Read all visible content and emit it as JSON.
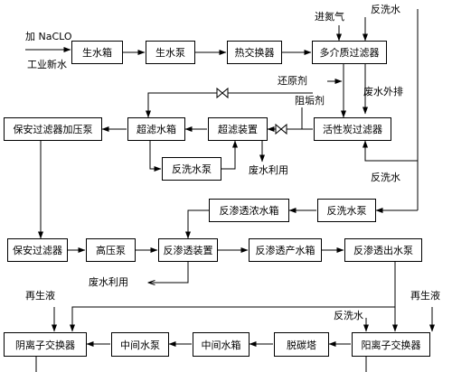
{
  "boxes": {
    "raw_water_tank": "生水箱",
    "raw_water_pump": "生水泵",
    "heat_exchanger": "热交换器",
    "multimedia_filter": "多介质过滤器",
    "ultrafiltration_tank": "超滤水箱",
    "ultrafiltration_unit": "超滤装置",
    "activated_carbon_filter": "活性炭过滤器",
    "security_filter_booster_pump": "保安过滤器加压泵",
    "backwash_pump_uf": "反洗水泵",
    "ro_concentrate_tank": "反渗透浓水箱",
    "ro_backwash_pump": "反洗水泵",
    "security_filter": "保安过滤器",
    "high_pressure_pump": "高压泵",
    "ro_unit": "反渗透装置",
    "ro_product_tank": "反渗透产水箱",
    "ro_outlet_pump": "反渗透出水泵",
    "anion_exchanger": "阴离子交换器",
    "intermediate_pump": "中间水泵",
    "intermediate_tank": "中间水箱",
    "decarbonator": "脱碳塔",
    "cation_exchanger": "阳离子交换器"
  },
  "labels": {
    "add_naclo": "加 NaCLO",
    "industrial_water": "工业新水",
    "nitrogen_in": "进氮气",
    "backwash_top": "反洗水",
    "reductant": "还原剂",
    "antiscalant": "阻垢剂",
    "waste_drain": "废水外排",
    "waste_reuse_1": "废水利用",
    "backwash_right": "反洗水",
    "waste_reuse_2": "废水利用",
    "regen_left": "再生液",
    "regen_right": "再生液",
    "backwash_bottom": "反洗水"
  }
}
